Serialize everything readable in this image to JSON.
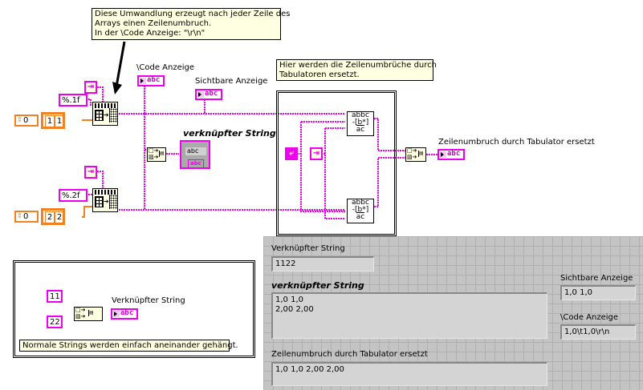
{
  "notes": {
    "top": [
      "Diese Umwandlung erzeugt nach jeder Zeile des",
      "Arrays einen Zeilenumbruch.",
      "In der \\Code Anzeige: \"\\r\\n\""
    ],
    "replace": [
      "Hier werden die Zeilenumbrüche durch",
      "Tabulatoren ersetzt."
    ],
    "concat": "Normale Strings werden einfach aneinander gehängt."
  },
  "diagram": {
    "format1": "%.1f",
    "format2": "%.2f",
    "index1": "0",
    "index2": "0",
    "array1": [
      "1",
      "1"
    ],
    "array2": [
      "2",
      "2"
    ],
    "code_label": "\\Code Anzeige",
    "visible_label": "Sichtbare Anzeige",
    "joined_label": "verknüpfter String",
    "replaced_label": "Zeilenumbruch durch Tabulator ersetzt",
    "indicator_text": "abc",
    "control_text": "abc",
    "control_sub": "abc",
    "search_replace_glyph": "abbc\n-[b*]\nac",
    "const11": "11",
    "const22": "22",
    "concat_label": "Verknüpfter String"
  },
  "front_panel": {
    "verknuepfter_string_label": "Verknüpfter String",
    "verknuepfter_string_value": "1122",
    "joined_label": "verknüpfter String",
    "joined_value": "1,0 1,0\n2,00 2,00",
    "visible_label": "Sichtbare Anzeige",
    "visible_value": "1,0 1,0",
    "code_label": "\\Code Anzeige",
    "code_value": "1,0\\t1,0\\r\\n",
    "replaced_label": "Zeilenumbruch durch Tabulator ersetzt",
    "replaced_value": "1,0 1,0 2,00 2,00"
  },
  "colors": {
    "string_wire": "#ee00ee",
    "numeric_wire": "#f08020",
    "note_bg": "#ffffe1",
    "panel_bg": "#c4c4c4"
  }
}
